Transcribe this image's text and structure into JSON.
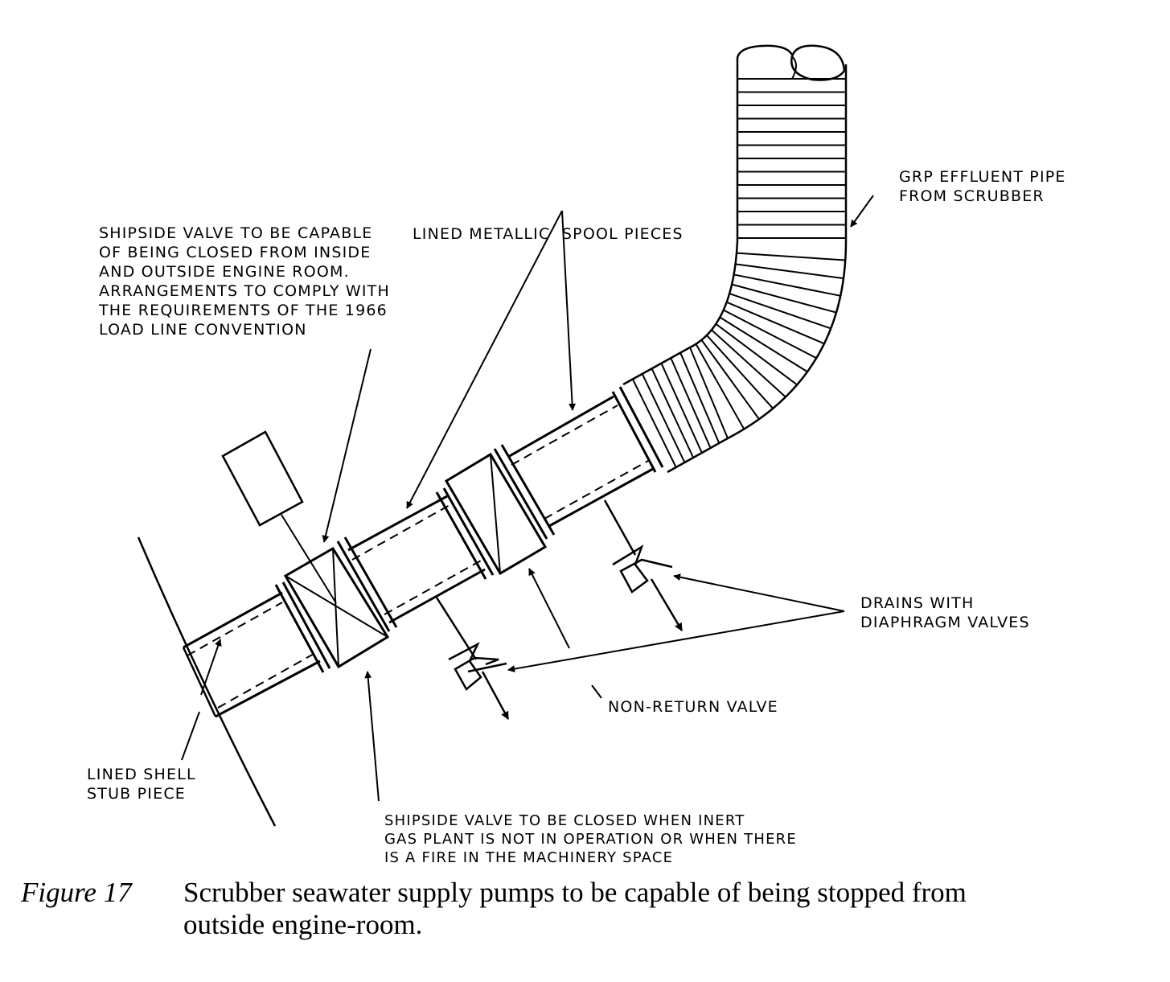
{
  "labels": {
    "shipside_valve_top": [
      "SHIPSIDE VALVE TO BE CAPABLE",
      "OF BEING CLOSED FROM INSIDE",
      "AND OUTSIDE ENGINE ROOM.",
      "ARRANGEMENTS TO COMPLY WITH",
      "THE REQUIREMENTS OF THE 1966",
      "LOAD LINE CONVENTION"
    ],
    "spool_pieces": "LINED METALLIC  SPOOL PIECES",
    "grp_pipe": [
      "GRP EFFLUENT PIPE",
      "FROM SCRUBBER"
    ],
    "drains": [
      "DRAINS WITH",
      "DIAPHRAGM VALVES"
    ],
    "non_return": "NON-RETURN VALVE",
    "shell_stub": [
      "LINED SHELL",
      "STUB PIECE"
    ],
    "shipside_valve_bottom": [
      "SHIPSIDE VALVE TO BE CLOSED WHEN INERT",
      "GAS PLANT IS NOT IN OPERATION OR WHEN THERE",
      "IS A FIRE IN THE MACHINERY SPACE"
    ]
  },
  "caption": {
    "figure": "Figure 17",
    "line1": "Scrubber seawater supply pumps to be capable of being stopped from",
    "line2": "outside engine-room."
  }
}
